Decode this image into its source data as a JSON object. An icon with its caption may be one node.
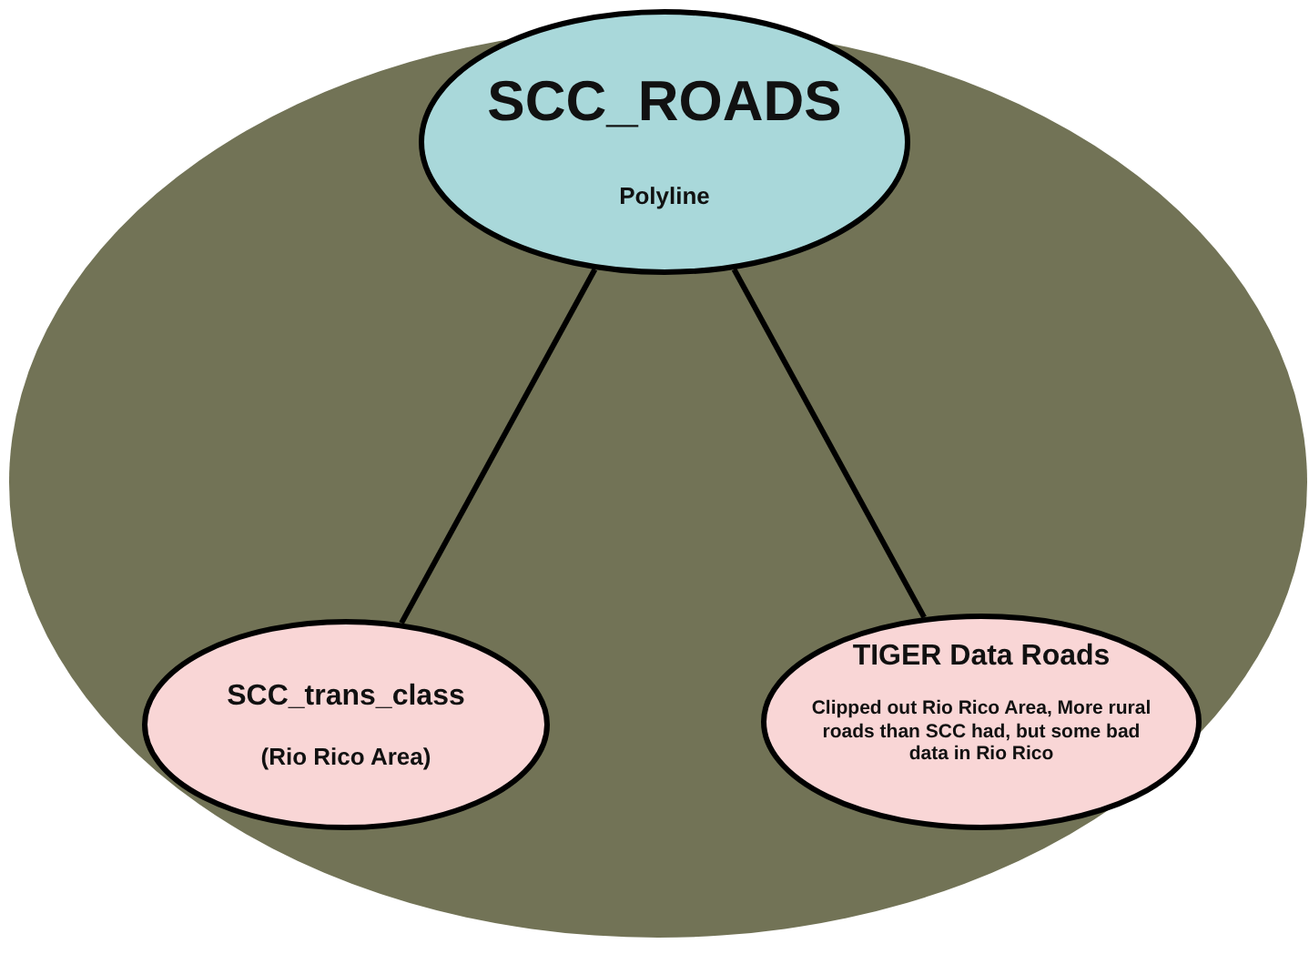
{
  "diagram": {
    "nodes": [
      {
        "text": [],
        "shape": "ellipse"
      },
      {
        "text": [
          "SCC_ROADS",
          "Polyline"
        ],
        "in": 0
      },
      {
        "text": [
          "SCC_trans_class",
          "(Rio Rico Area)"
        ],
        "in": 0
      },
      {
        "text": [
          "TIGER Data Roads",
          "Clipped out Rio Rico Area, More rural roads than SCC had, but some bad data in Rio Rico"
        ],
        "in": 0
      }
    ],
    "edges": [
      {
        "from": 1,
        "to": 2,
        "arrow": "none"
      },
      {
        "from": 1,
        "to": 3,
        "arrow": "none"
      }
    ]
  }
}
